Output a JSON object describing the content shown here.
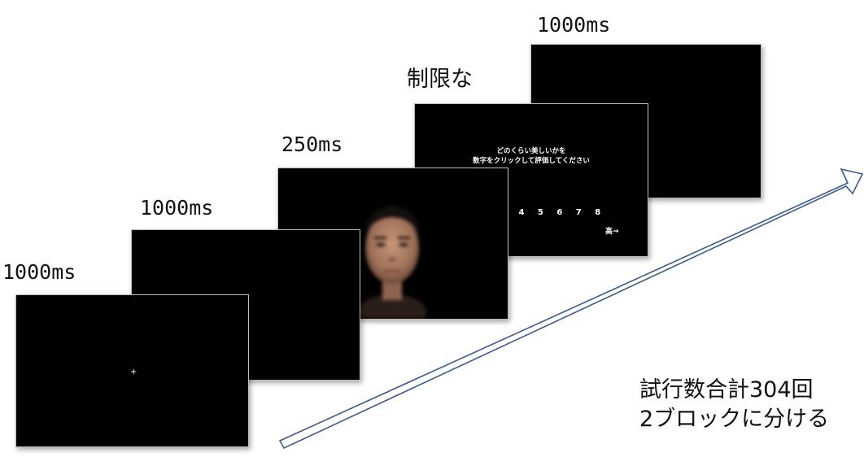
{
  "labels": {
    "screen1_duration": "1000ms",
    "screen2_duration": "1000ms",
    "screen3_duration": "250ms",
    "screen4_duration": "制限な",
    "screen5_duration": "1000ms"
  },
  "fixation": {
    "glyph": "+"
  },
  "rating_screen": {
    "prompt_line1": "どのくらい美しいかを",
    "prompt_line2": "数字をクリックして評価してください",
    "scale_numbers": "3 4 5 6 7 8",
    "scale_high_label": "高→"
  },
  "notes": {
    "line1": "試行数合計304回",
    "line2": "2ブロックに分ける"
  }
}
